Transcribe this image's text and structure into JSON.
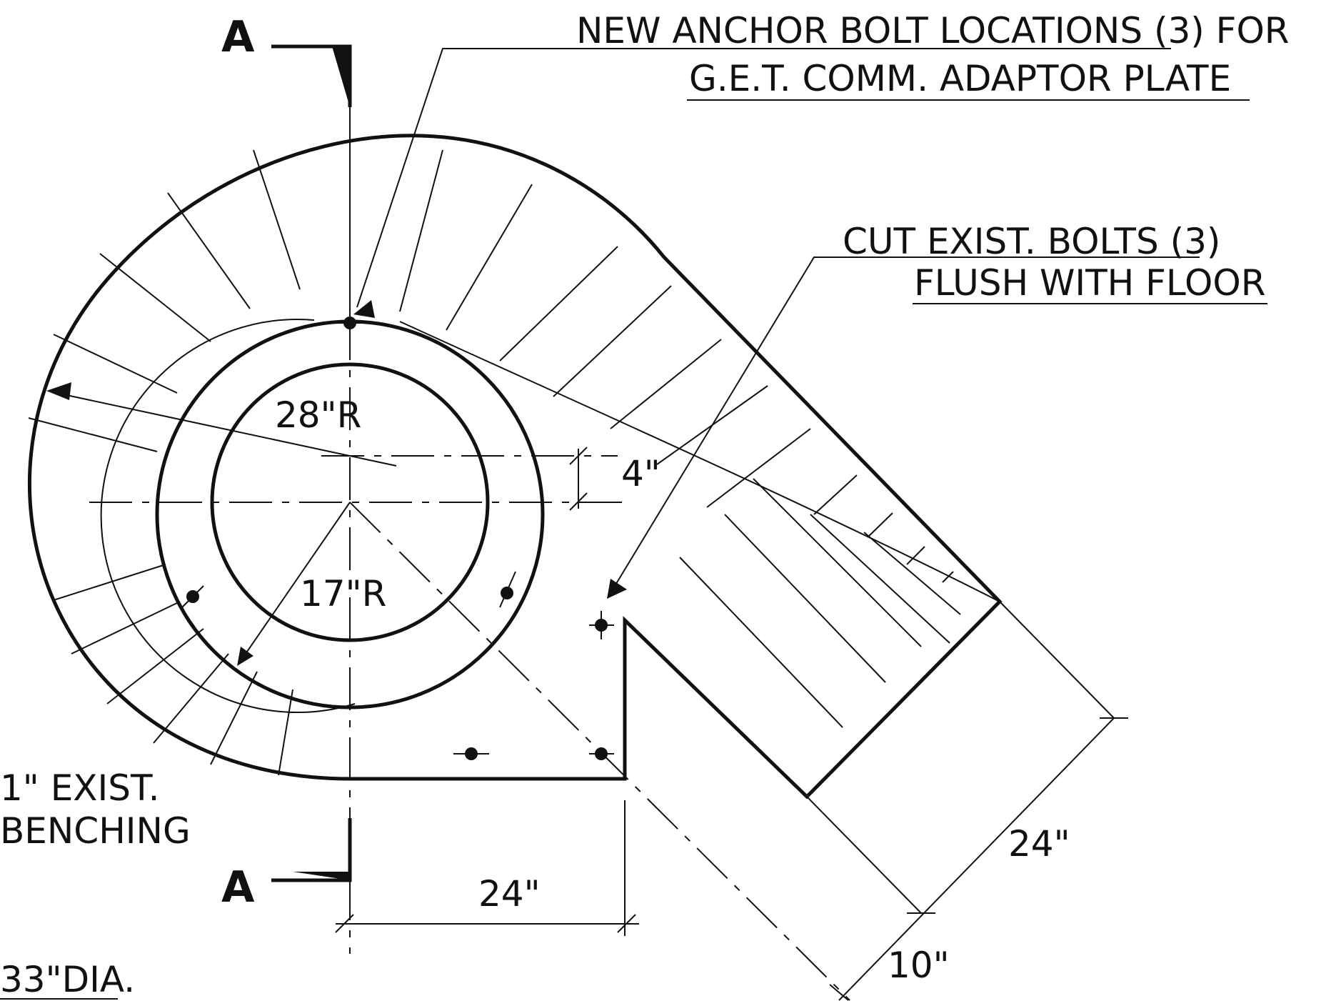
{
  "notes": {
    "anchor_line1": "NEW ANCHOR BOLT LOCATIONS (3) FOR",
    "anchor_line2": "G.E.T. COMM. ADAPTOR PLATE",
    "cut_line1": "CUT EXIST. BOLTS (3)",
    "cut_line2": "FLUSH WITH FLOOR",
    "bench_line1": "1\" EXIST.",
    "bench_line2": "BENCHING",
    "dia": "33\"DIA."
  },
  "section_marks": {
    "top": "A",
    "bottom": "A"
  },
  "dimensions": {
    "outer_radius": "28\"R",
    "inner_radius": "17\"R",
    "offset": "4\"",
    "bottom_width": "24\"",
    "chute_width": "24\"",
    "chute_offset": "10\""
  },
  "colors": {
    "ink": "#111111",
    "paper": "#ffffff"
  }
}
